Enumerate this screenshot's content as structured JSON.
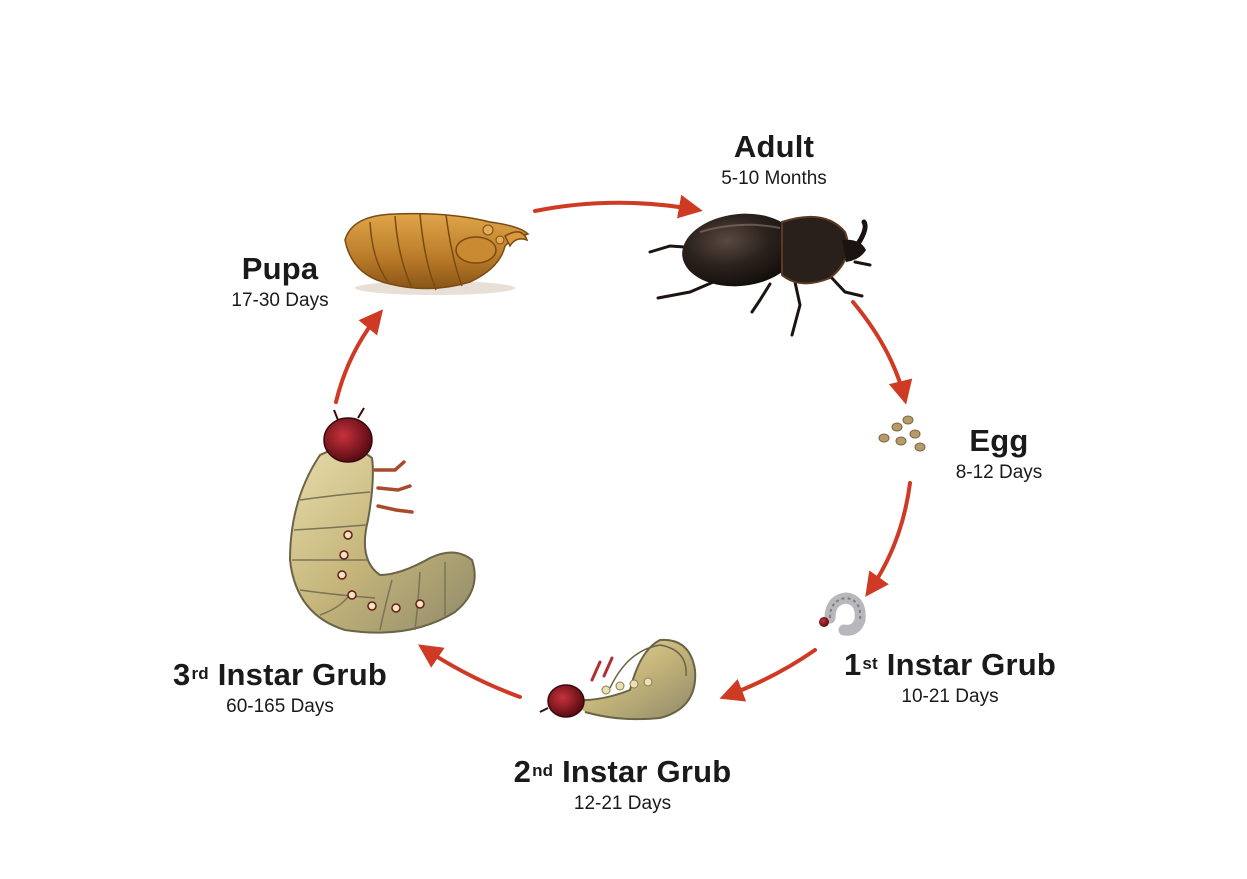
{
  "colors": {
    "arrow": "#cf3a25",
    "text": "#1a1a1a",
    "background": "#ffffff"
  },
  "stages": {
    "adult": {
      "name": "Adult",
      "sup": "",
      "suffix": "",
      "duration": "5-10 Months",
      "icon": "rhinoceros-beetle"
    },
    "egg": {
      "name": "Egg",
      "sup": "",
      "suffix": "",
      "duration": "8-12 Days",
      "icon": "eggs"
    },
    "first": {
      "name": "1",
      "sup": "st",
      "suffix": " Instar Grub",
      "duration": "10-21 Days",
      "icon": "small-grub"
    },
    "second": {
      "name": "2",
      "sup": "nd",
      "suffix": " Instar Grub",
      "duration": "12-21 Days",
      "icon": "medium-grub"
    },
    "third": {
      "name": "3",
      "sup": "rd",
      "suffix": " Instar Grub",
      "duration": "60-165 Days",
      "icon": "large-grub"
    },
    "pupa": {
      "name": "Pupa",
      "sup": "",
      "suffix": "",
      "duration": "17-30 Days",
      "icon": "pupa"
    }
  }
}
